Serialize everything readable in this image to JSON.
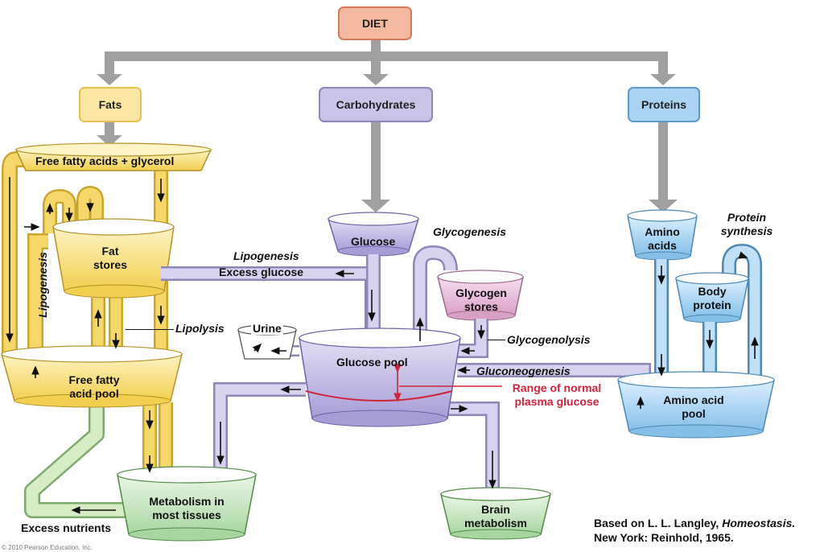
{
  "diet": "DIET",
  "fats": "Fats",
  "carbohydrates": "Carbohydrates",
  "proteins": "Proteins",
  "free_fatty_acids_glycerol": "Free fatty acids + glycerol",
  "fat_stores": [
    "Fat",
    "stores"
  ],
  "lipogenesis_vertical": "Lipogenesis",
  "lipogenesis": "Lipogenesis",
  "excess_glucose": "Excess glucose",
  "lipolysis": "Lipolysis",
  "free_fatty_acid_pool": [
    "Free fatty",
    "acid pool"
  ],
  "excess_nutrients": "Excess nutrients",
  "metabolism_tissues": [
    "Metabolism in",
    "most tissues"
  ],
  "glucose": "Glucose",
  "glycogenesis": "Glycogenesis",
  "glycogen_stores": [
    "Glycogen",
    "stores"
  ],
  "glycogenolysis": "Glycogenolysis",
  "urine": "Urine",
  "glucose_pool": "Glucose pool",
  "gluconeogenesis": "Gluconeogenesis",
  "range_plasma": [
    "Range of normal",
    "plasma glucose"
  ],
  "brain_metabolism": [
    "Brain",
    "metabolism"
  ],
  "amino_acids": [
    "Amino",
    "acids"
  ],
  "protein_synthesis": [
    "Protein",
    "synthesis"
  ],
  "body_protein": [
    "Body",
    "protein"
  ],
  "amino_acid_pool": [
    "Amino acid",
    "pool"
  ],
  "citation": [
    "Based on L. L. Langley, ",
    "Homeostasis.",
    "New York: Reinhold, 1965."
  ],
  "copyright": "© 2010 Pearson Education, Inc.",
  "colors": {
    "fat": "#f6d86a",
    "fat_light": "#fcefb4",
    "carb": "#c9c3e6",
    "glycogen": "#e8b9d6",
    "protein": "#a9d3f0",
    "green": "#bfe0b8",
    "arrow_gray": "#a0a0a0",
    "diet_box": "#f2b8a0",
    "range_red": "#d2233a"
  }
}
